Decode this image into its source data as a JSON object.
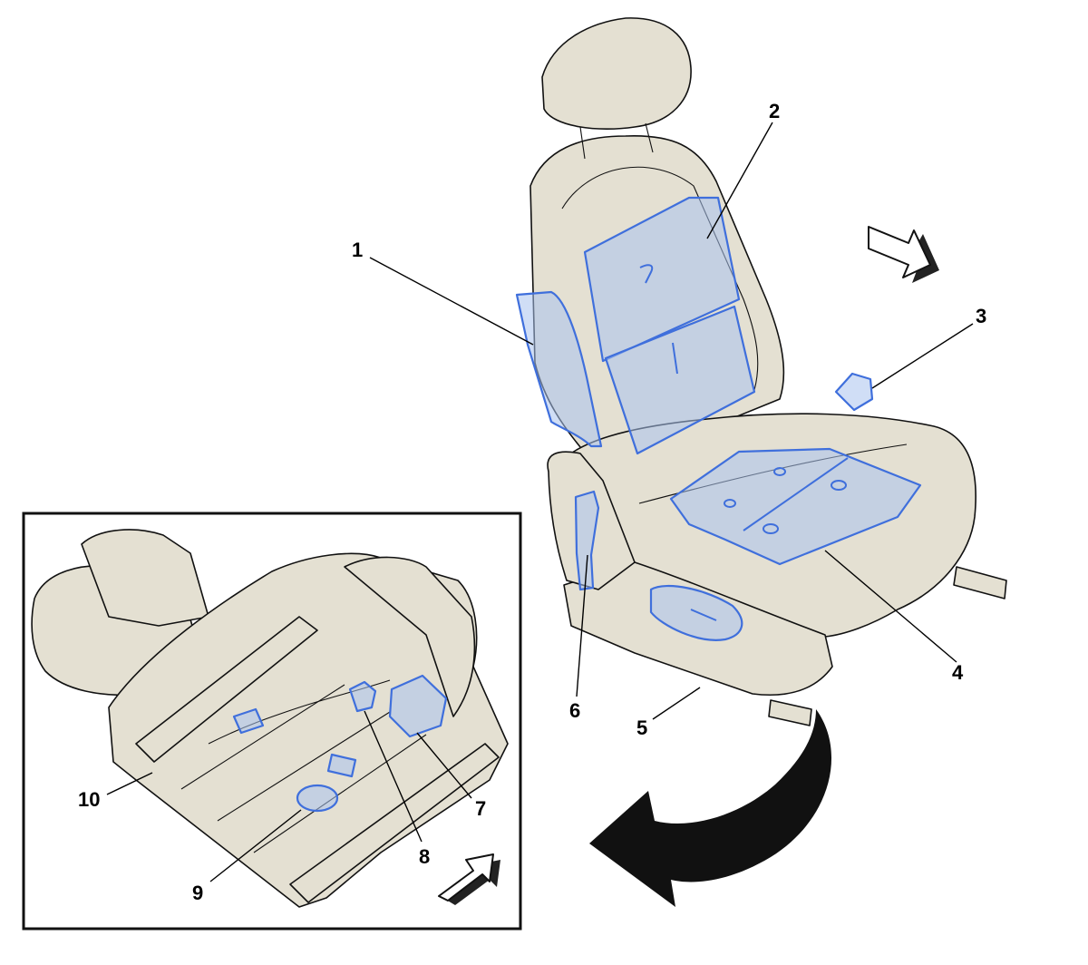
{
  "colors": {
    "part_fill": "#e4e0d2",
    "highlight_fill": "#aac2ee",
    "highlight_stroke": "#3f6fdc",
    "line": "#111111"
  },
  "callouts": [
    {
      "id": "1",
      "label": "1"
    },
    {
      "id": "2",
      "label": "2"
    },
    {
      "id": "3",
      "label": "3"
    },
    {
      "id": "4",
      "label": "4"
    },
    {
      "id": "5",
      "label": "5"
    },
    {
      "id": "6",
      "label": "6"
    },
    {
      "id": "7",
      "label": "7"
    },
    {
      "id": "8",
      "label": "8"
    },
    {
      "id": "9",
      "label": "9"
    },
    {
      "id": "10",
      "label": "10"
    }
  ],
  "icons": {
    "direction_arrow_main": "front-direction-arrow-icon",
    "direction_arrow_inset": "front-direction-arrow-icon",
    "rotation_arrow": "curved-rotate-arrow-icon"
  }
}
